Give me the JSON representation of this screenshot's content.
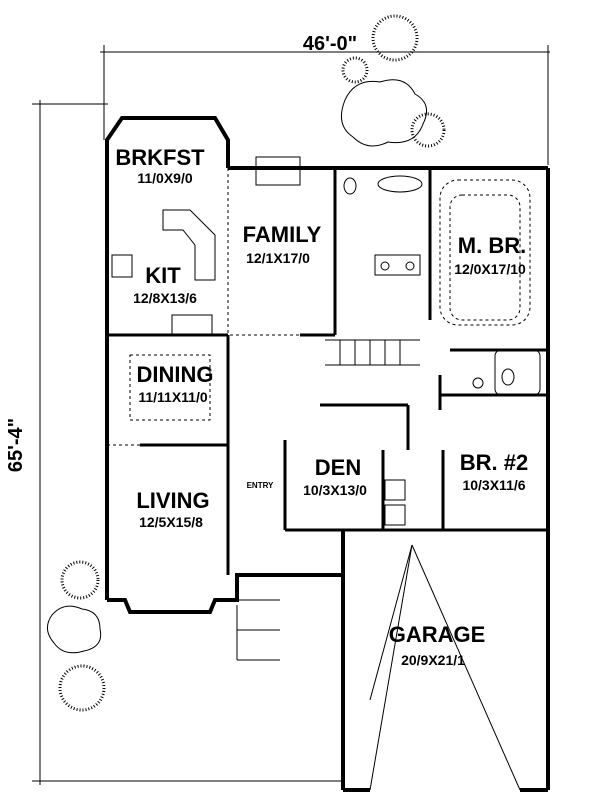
{
  "title": "Floor Plan",
  "dimensions": {
    "width": "46'-0\"",
    "depth": "65'-4\""
  },
  "rooms": {
    "brkfst": {
      "name": "BRKFST",
      "size": "11/0X9/0"
    },
    "kit": {
      "name": "KIT",
      "size": "12/8X13/6"
    },
    "family": {
      "name": "FAMILY",
      "size": "12/1X17/0"
    },
    "mbr": {
      "name": "M. BR.",
      "size": "12/0X17/10"
    },
    "dining": {
      "name": "DINING",
      "size": "11/11X11/0"
    },
    "living": {
      "name": "LIVING",
      "size": "12/5X15/8"
    },
    "entry": {
      "name": "ENTRY"
    },
    "den": {
      "name": "DEN",
      "size": "10/3X13/0"
    },
    "br2": {
      "name": "BR. #2",
      "size": "10/3X11/6"
    },
    "garage": {
      "name": "GARAGE",
      "size": "20/9X21/1"
    }
  }
}
